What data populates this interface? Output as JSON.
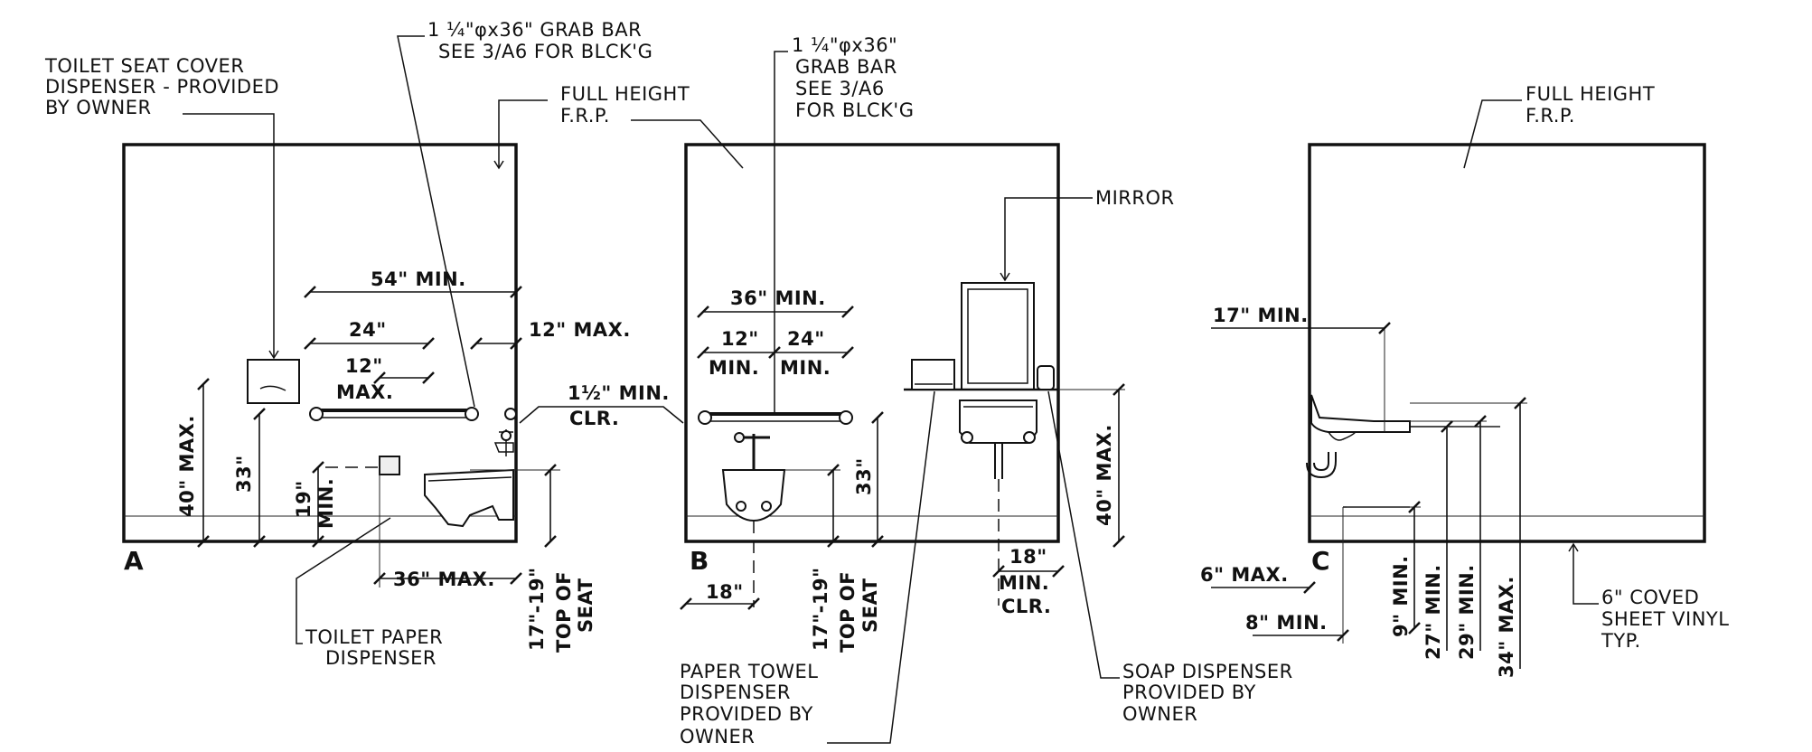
{
  "elevations": {
    "a": {
      "label": "A"
    },
    "b": {
      "label": "B"
    },
    "c": {
      "label": "C"
    }
  },
  "notes": {
    "seat_cover": [
      "TOILET SEAT COVER",
      "DISPENSER - PROVIDED",
      "BY OWNER"
    ],
    "grab_bar_a": [
      "1 ¼\"φx36\" GRAB BAR",
      "SEE 3/A6 FOR BLCK'G"
    ],
    "frp_a": [
      "FULL HEIGHT",
      "F.R.P."
    ],
    "grab_bar_b": [
      "1 ¼\"φx36\"",
      "GRAB BAR",
      "SEE 3/A6",
      "FOR BLCK'G"
    ],
    "mirror": "MIRROR",
    "frp_c": [
      "FULL HEIGHT",
      "F.R.P."
    ],
    "toilet_paper": [
      "TOILET PAPER",
      "DISPENSER"
    ],
    "paper_towel": [
      "PAPER TOWEL",
      "DISPENSER",
      "PROVIDED BY",
      "OWNER"
    ],
    "soap": [
      "SOAP DISPENSER",
      "PROVIDED BY",
      "OWNER"
    ],
    "coved": [
      "6\" COVED",
      "SHEET VINYL",
      "TYP."
    ]
  },
  "dims": {
    "a": {
      "min54": "54\" MIN.",
      "d24": "24\"",
      "max12": "12\" MAX.",
      "d12": "12\"",
      "max_word": "MAX.",
      "max40": "40\" MAX.",
      "d33": "33\"",
      "d19": "19\"",
      "min_word": "MIN.",
      "max36": "36\" MAX.",
      "seat_range": "17\"-19\"",
      "top_of": "TOP OF",
      "seat": "SEAT"
    },
    "clr": {
      "min": "1½\" MIN.",
      "clr": "CLR."
    },
    "b": {
      "min36": "36\" MIN.",
      "d12": "12\"",
      "d24": "24\"",
      "min_a": "MIN.",
      "min_b": "MIN.",
      "d33": "33\"",
      "max40": "40\" MAX.",
      "d18": "18\"",
      "seat_range": "17\"-19\"",
      "top_of": "TOP OF",
      "seat": "SEAT",
      "sink18": "18\"",
      "sink_min": "MIN.",
      "sink_clr": "CLR."
    },
    "c": {
      "min17": "17\" MIN.",
      "max6": "6\" MAX.",
      "min8": "8\" MIN.",
      "min9": "9\" MIN.",
      "min27": "27\" MIN.",
      "min29": "29\" MIN.",
      "max34": "34\" MAX."
    }
  }
}
